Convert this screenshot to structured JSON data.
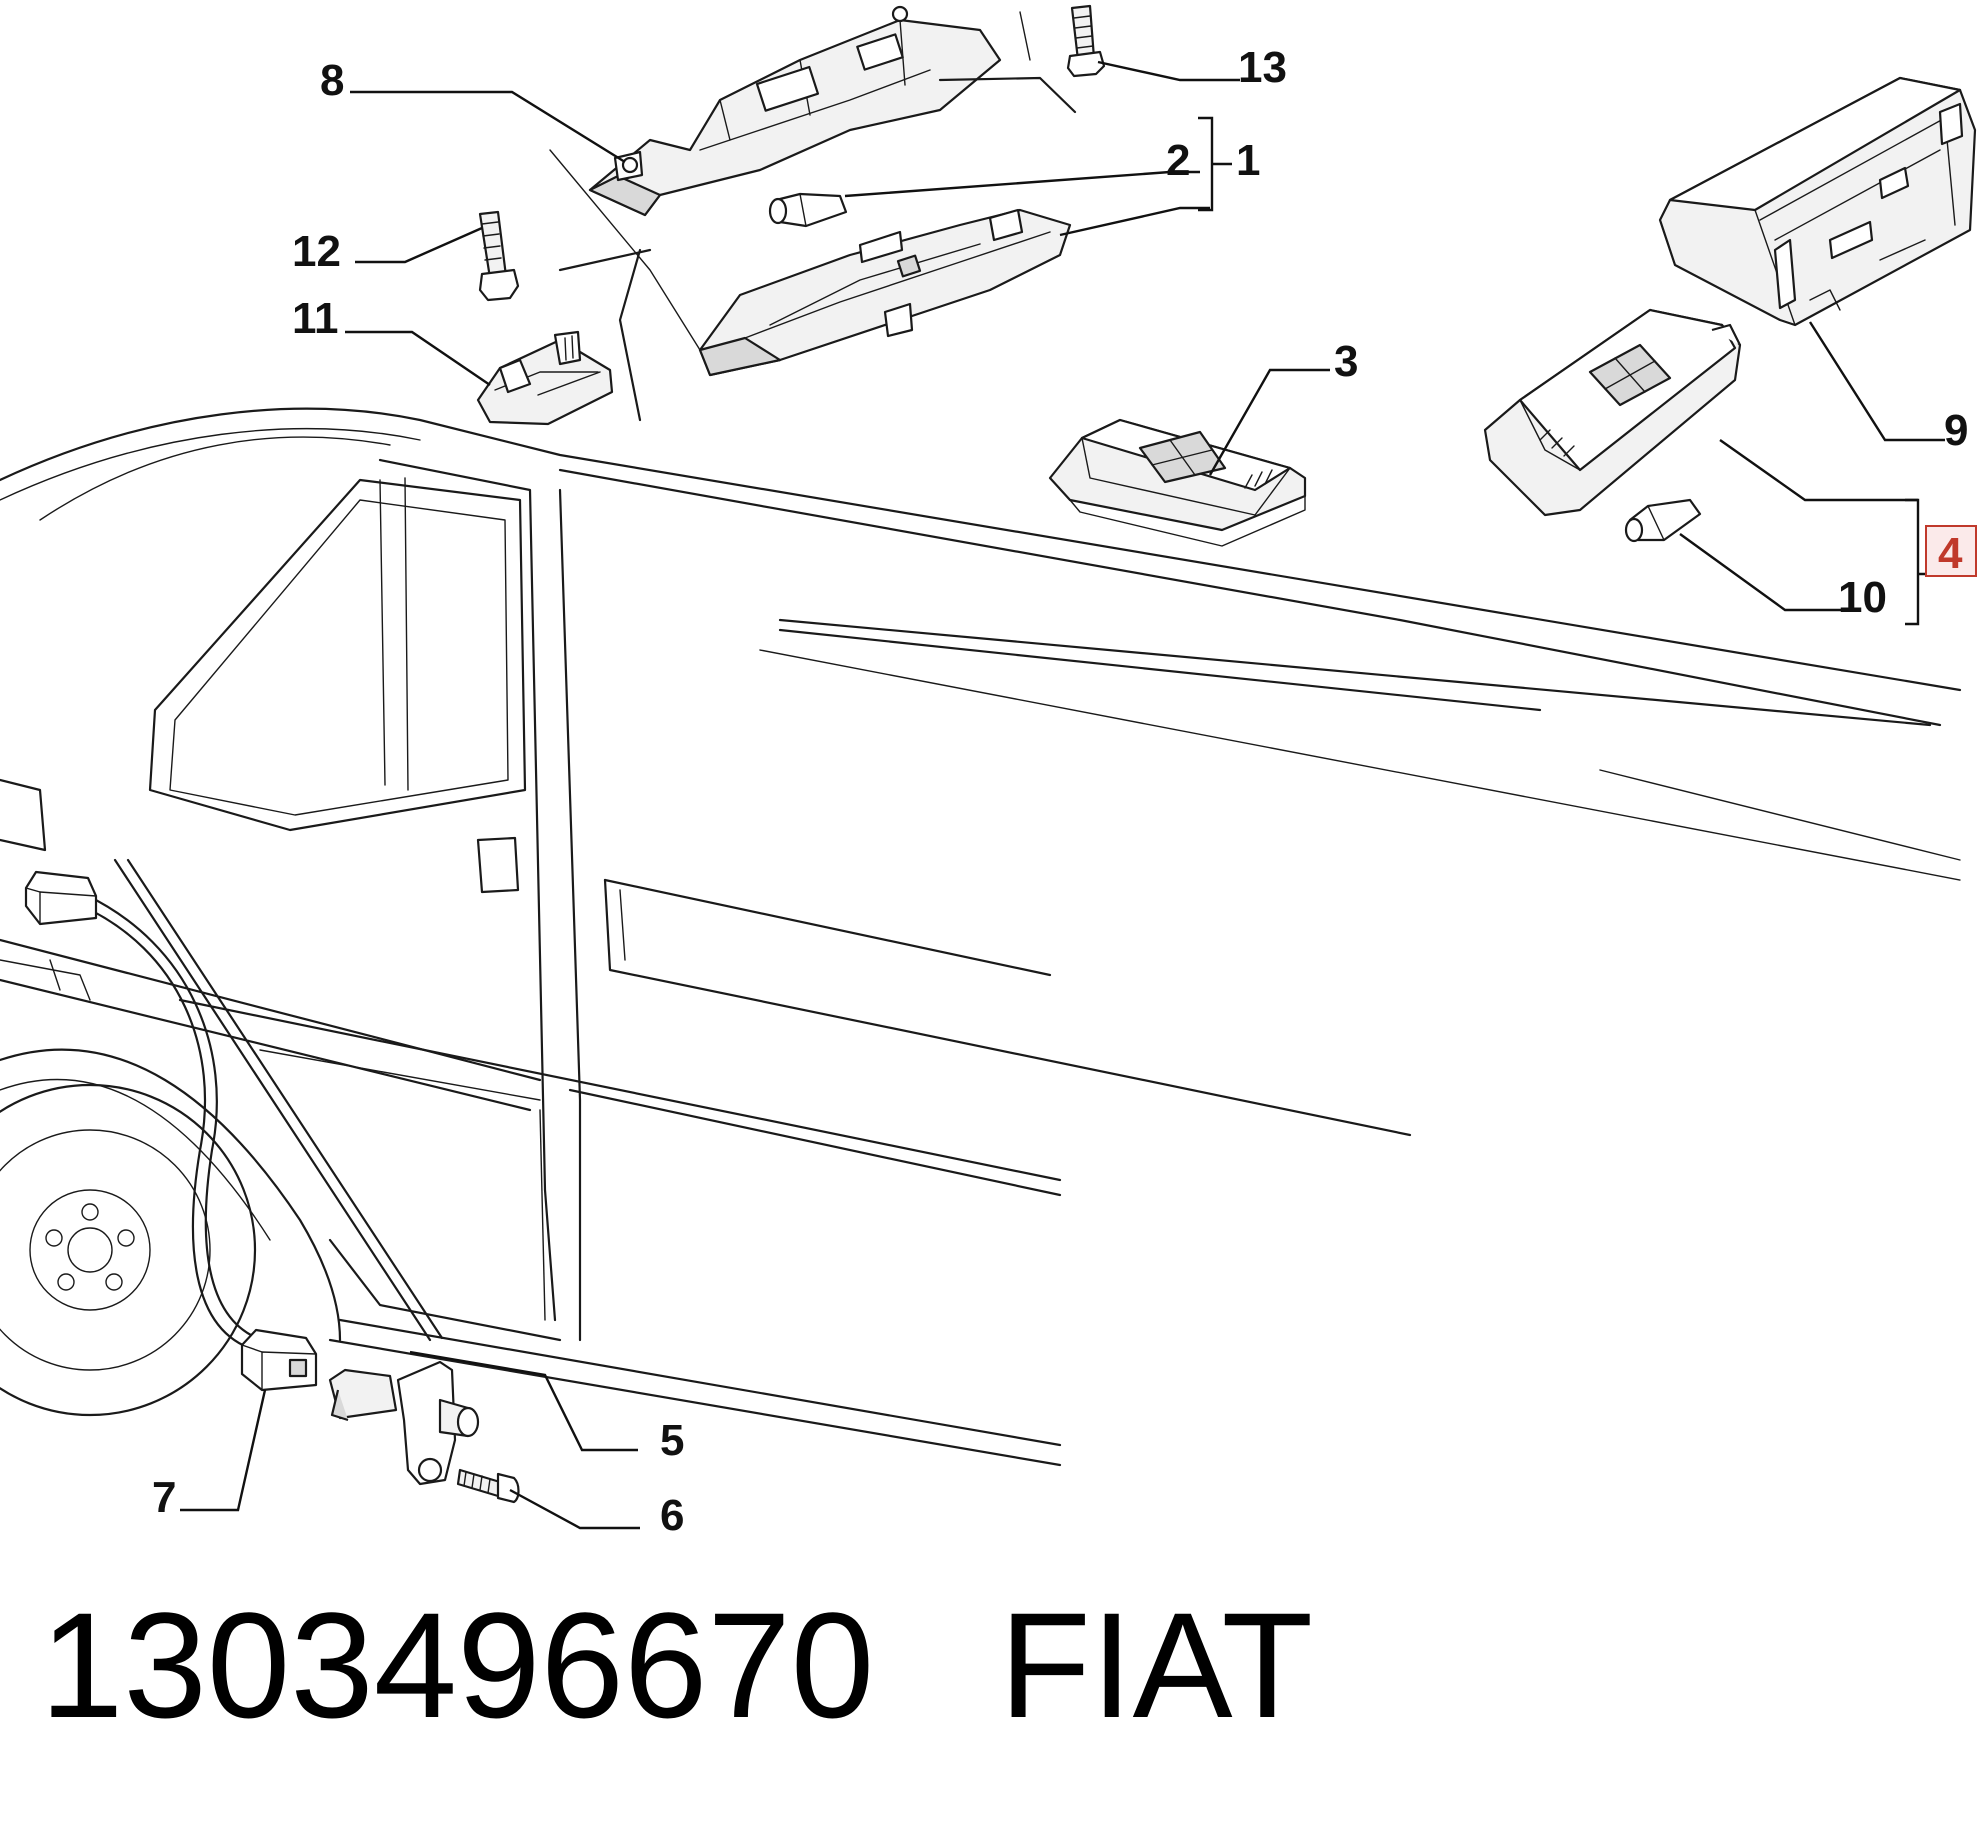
{
  "callouts": [
    {
      "id": "1",
      "label": "1"
    },
    {
      "id": "2",
      "label": "2"
    },
    {
      "id": "3",
      "label": "3"
    },
    {
      "id": "4",
      "label": "4",
      "highlighted": true
    },
    {
      "id": "5",
      "label": "5"
    },
    {
      "id": "6",
      "label": "6"
    },
    {
      "id": "7",
      "label": "7"
    },
    {
      "id": "8",
      "label": "8"
    },
    {
      "id": "9",
      "label": "9"
    },
    {
      "id": "10",
      "label": "10"
    },
    {
      "id": "11",
      "label": "11"
    },
    {
      "id": "12",
      "label": "12"
    },
    {
      "id": "13",
      "label": "13"
    }
  ],
  "footer": {
    "part_number": "1303496670",
    "brand": "FIAT"
  },
  "colors": {
    "highlight": "#c0392b",
    "line": "#1a1a1a"
  }
}
